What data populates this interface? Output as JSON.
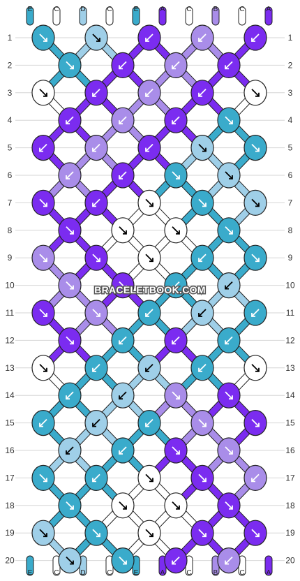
{
  "site_watermark": "BRACELETBOOK.COM",
  "colors": {
    "E": "#3aabcb",
    "C": "#ffffff",
    "D": "#9fcfe8",
    "A": "#7b2cf0",
    "B": "#a98de9"
  },
  "strands_top": [
    "E",
    "C",
    "D",
    "C",
    "E",
    "A",
    "C",
    "B",
    "C",
    "A"
  ],
  "strands_bottom": [
    "E",
    "C",
    "D",
    "C",
    "E",
    "A",
    "C",
    "B",
    "C",
    "A"
  ],
  "row_numbers": [
    "1",
    "2",
    "3",
    "4",
    "5",
    "6",
    "7",
    "8",
    "9",
    "10",
    "11",
    "12",
    "13",
    "14",
    "15",
    "16",
    "17",
    "18",
    "19",
    "20"
  ],
  "knots": [
    [
      {
        "c": "E",
        "d": "R"
      },
      {
        "c": "D",
        "d": "R"
      },
      {
        "c": "A",
        "d": "L"
      },
      {
        "c": "B",
        "d": "L"
      },
      {
        "c": "A",
        "d": "L"
      }
    ],
    [
      {
        "c": "E",
        "d": "R"
      },
      {
        "c": "A",
        "d": "L"
      },
      {
        "c": "B",
        "d": "L"
      },
      {
        "c": "A",
        "d": "L"
      }
    ],
    [
      {
        "c": "C",
        "d": "R"
      },
      {
        "c": "A",
        "d": "L"
      },
      {
        "c": "B",
        "d": "L"
      },
      {
        "c": "A",
        "d": "L"
      },
      {
        "c": "C",
        "d": "R"
      }
    ],
    [
      {
        "c": "A",
        "d": "L"
      },
      {
        "c": "B",
        "d": "L"
      },
      {
        "c": "A",
        "d": "L"
      },
      {
        "c": "E",
        "d": "R"
      }
    ],
    [
      {
        "c": "A",
        "d": "L"
      },
      {
        "c": "B",
        "d": "L"
      },
      {
        "c": "A",
        "d": "L"
      },
      {
        "c": "D",
        "d": "R"
      },
      {
        "c": "E",
        "d": "R"
      }
    ],
    [
      {
        "c": "B",
        "d": "L"
      },
      {
        "c": "A",
        "d": "L"
      },
      {
        "c": "E",
        "d": "R"
      },
      {
        "c": "D",
        "d": "R"
      }
    ],
    [
      {
        "c": "A",
        "d": "R"
      },
      {
        "c": "A",
        "d": "L"
      },
      {
        "c": "C",
        "d": "R"
      },
      {
        "c": "E",
        "d": "R"
      },
      {
        "c": "D",
        "d": "R"
      }
    ],
    [
      {
        "c": "A",
        "d": "R"
      },
      {
        "c": "C",
        "d": "R"
      },
      {
        "c": "C",
        "d": "R"
      },
      {
        "c": "E",
        "d": "R"
      }
    ],
    [
      {
        "c": "B",
        "d": "R"
      },
      {
        "c": "A",
        "d": "R"
      },
      {
        "c": "C",
        "d": "R"
      },
      {
        "c": "E",
        "d": "L"
      },
      {
        "c": "E",
        "d": "R"
      }
    ],
    [
      {
        "c": "B",
        "d": "R"
      },
      {
        "c": "A",
        "d": "R"
      },
      {
        "c": "E",
        "d": "L"
      },
      {
        "c": "D",
        "d": "L"
      }
    ],
    [
      {
        "c": "A",
        "d": "R"
      },
      {
        "c": "B",
        "d": "R"
      },
      {
        "c": "E",
        "d": "L"
      },
      {
        "c": "D",
        "d": "L"
      },
      {
        "c": "E",
        "d": "L"
      }
    ],
    [
      {
        "c": "A",
        "d": "R"
      },
      {
        "c": "E",
        "d": "L"
      },
      {
        "c": "A",
        "d": "L"
      },
      {
        "c": "E",
        "d": "L"
      }
    ],
    [
      {
        "c": "C",
        "d": "R"
      },
      {
        "c": "E",
        "d": "L"
      },
      {
        "c": "D",
        "d": "L"
      },
      {
        "c": "E",
        "d": "L"
      },
      {
        "c": "C",
        "d": "R"
      }
    ],
    [
      {
        "c": "E",
        "d": "L"
      },
      {
        "c": "D",
        "d": "L"
      },
      {
        "c": "B",
        "d": "R"
      },
      {
        "c": "A",
        "d": "R"
      }
    ],
    [
      {
        "c": "E",
        "d": "L"
      },
      {
        "c": "D",
        "d": "L"
      },
      {
        "c": "E",
        "d": "L"
      },
      {
        "c": "B",
        "d": "R"
      },
      {
        "c": "A",
        "d": "R"
      }
    ],
    [
      {
        "c": "D",
        "d": "L"
      },
      {
        "c": "E",
        "d": "L"
      },
      {
        "c": "A",
        "d": "R"
      },
      {
        "c": "B",
        "d": "R"
      }
    ],
    [
      {
        "c": "E",
        "d": "R"
      },
      {
        "c": "E",
        "d": "L"
      },
      {
        "c": "C",
        "d": "R"
      },
      {
        "c": "A",
        "d": "R"
      },
      {
        "c": "B",
        "d": "L"
      }
    ],
    [
      {
        "c": "E",
        "d": "R"
      },
      {
        "c": "C",
        "d": "R"
      },
      {
        "c": "C",
        "d": "R"
      },
      {
        "c": "A",
        "d": "R"
      }
    ],
    [
      {
        "c": "D",
        "d": "R"
      },
      {
        "c": "E",
        "d": "R"
      },
      {
        "c": "C",
        "d": "R"
      },
      {
        "c": "A",
        "d": "R"
      },
      {
        "c": "A",
        "d": "R"
      }
    ],
    [
      {
        "c": "D",
        "d": "R"
      },
      {
        "c": "E",
        "d": "R"
      },
      {
        "c": "A",
        "d": "L"
      },
      {
        "c": "B",
        "d": "L"
      }
    ]
  ]
}
